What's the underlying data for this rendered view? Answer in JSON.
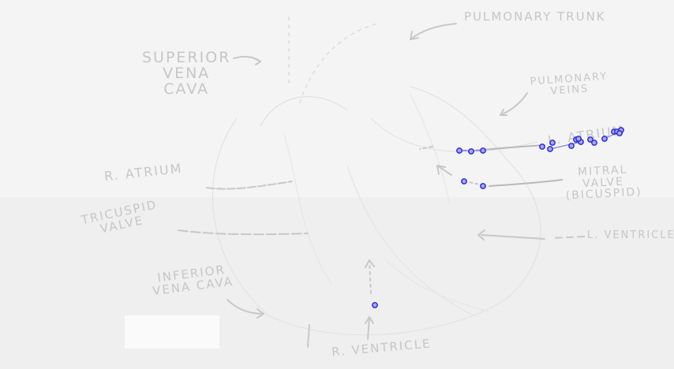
{
  "labels": {
    "pulmonary_trunk": "PULMONARY TRUNK",
    "superior_vena_cava": "SUPERIOR\nVENA\nCAVA",
    "pulmonary_veins": "PULMONARY\nVEINS",
    "l_atrium": "L. ATRIUM",
    "r_atrium": "R. ATRIUM",
    "mitral_valve": "MITRAL\nVALVE\n(BICUSPID)",
    "tricuspid_valve": "TRICUSPID\nVALVE",
    "l_ventricle": "L. VENTRICLE",
    "inferior_vena_cava": "INFERIOR\nVENA CAVA",
    "r_ventricle": "R. VENTRICLE"
  },
  "colors": {
    "background": "#f4f4f4",
    "sketch_line": "#c8c8c8",
    "label_text": "#c6c6c6",
    "marker_stroke": "#2525d8",
    "marker_fill": "#a7a7f2"
  }
}
